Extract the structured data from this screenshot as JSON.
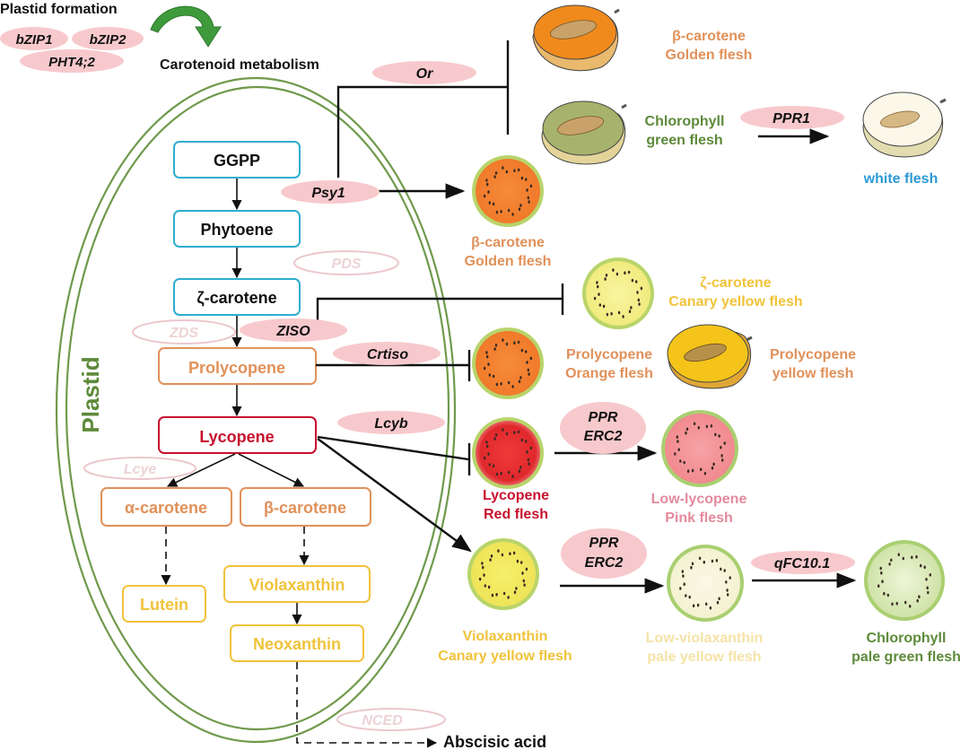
{
  "header": {
    "plastid_formation": "Plastid formation",
    "carotenoid_metabolism": "Carotenoid metabolism",
    "formation_genes": [
      "bZIP1",
      "bZIP2",
      "PHT4;2"
    ]
  },
  "plastid_label": "Plastid",
  "colors": {
    "blue": "#2eaed0",
    "orange": "#e0915a",
    "red": "#c8102e",
    "yellow": "#f0c33a",
    "green": "#5e8a3a",
    "pink_fill": "#f7c9cc",
    "faded_pink": "#ecc7cc",
    "white_flesh": "#2c9ad6",
    "pink_text": "#e48a9c",
    "pale_yellow_text": "#f5e3a6"
  },
  "pathway": {
    "ggpp": "GGPP",
    "phytoene": "Phytoene",
    "zeta_carotene": "ζ-carotene",
    "prolycopene": "Prolycopene",
    "lycopene": "Lycopene",
    "alpha_carotene": "α-carotene",
    "beta_carotene": "β-carotene",
    "lutein": "Lutein",
    "violaxanthin": "Violaxanthin",
    "neoxanthin": "Neoxanthin",
    "abscisic_acid": "Abscisic acid"
  },
  "genes": {
    "or": "Or",
    "psy1": "Psy1",
    "pds": "PDS",
    "zds": "ZDS",
    "ziso": "ZISO",
    "crtiso": "Crtiso",
    "lcyb": "Lcyb",
    "lcye": "Lcye",
    "nced": "NCED",
    "ppr1": "PPR1",
    "ppr_erc2_a": [
      "PPR",
      "ERC2"
    ],
    "ppr_erc2_b": [
      "PPR",
      "ERC2"
    ],
    "qfc10": "qFC10.1"
  },
  "phenotypes": {
    "melon_golden": [
      "β-carotene",
      "Golden flesh"
    ],
    "melon_green": [
      "Chlorophyll",
      "green flesh"
    ],
    "melon_white": "white flesh",
    "wm_golden": [
      "β-carotene",
      "Golden flesh"
    ],
    "wm_canary_zeta": [
      "ζ-carotene",
      "Canary yellow flesh"
    ],
    "wm_prolycopene_orange": [
      "Prolycopene",
      "Orange flesh"
    ],
    "melon_prolycopene_yellow": [
      "Prolycopene",
      "yellow flesh"
    ],
    "wm_lycopene_red": [
      "Lycopene",
      "Red flesh"
    ],
    "wm_low_lycopene": [
      "Low-lycopene",
      "Pink flesh"
    ],
    "wm_violaxanthin": [
      "Violaxanthin",
      "Canary yellow flesh"
    ],
    "wm_low_violaxanthin": [
      "Low-violaxanthin",
      "pale yellow flesh"
    ],
    "wm_pale_green": [
      "Chlorophyll",
      "pale green flesh"
    ]
  }
}
